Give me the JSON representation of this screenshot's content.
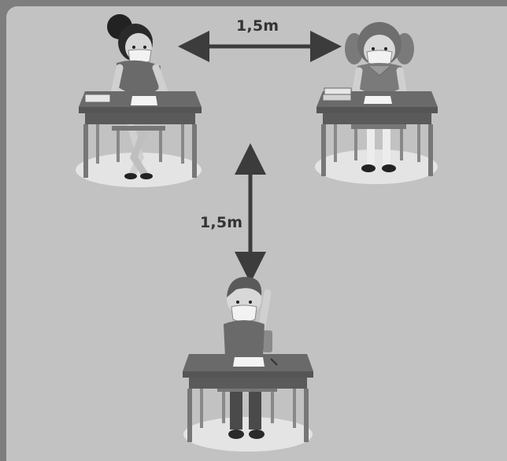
{
  "distances": {
    "horizontal_label": "1,5m",
    "vertical_label": "1,5m"
  },
  "students": [
    {
      "name": "girl-with-bun",
      "wears_mask": true,
      "activity": "writing"
    },
    {
      "name": "girl-with-pigtails",
      "wears_mask": true,
      "activity": "writing"
    },
    {
      "name": "boy",
      "wears_mask": true,
      "activity": "raising-hand"
    }
  ],
  "colors": {
    "frame": "#7e7e7e",
    "background": "#c2c2c2",
    "arrow": "#3c3c3c",
    "desk_top": "#6a6a6a",
    "desk_body": "#5a5a5a",
    "shadow": "#e4e4e4",
    "mask": "#f2f2f2"
  }
}
